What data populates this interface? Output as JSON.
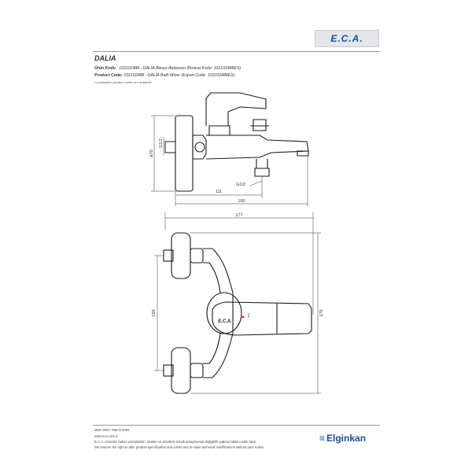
{
  "brand": {
    "logo_text": "E.C.A."
  },
  "header": {
    "title": "DALIA",
    "urun_kodu_label": "Ürün Kodu",
    "urun_kodu_value": ": 102102488 - DALİA Banyo Bataryası (İhracat Kodu: 102102488EX)",
    "product_code_label": "Product Code:",
    "product_code_value": "102102488 - DALİA Bath Mixer (Export Code: 102102488EX)",
    "note": "*Localisation product codes are available."
  },
  "drawing": {
    "dim_g12_a": "G1/2",
    "dim_d70": "ø70",
    "dim_111": "111",
    "dim_g12_b": "G1/2",
    "dim_160": "160",
    "dim_177": "177",
    "dim_150": "150",
    "dim_176": "176",
    "handle_logo": "E.C.A."
  },
  "footer": {
    "date": "Mart 2020 / March 2020",
    "url": "www.eca.com.tr",
    "notice_tr": "E.C.A. önceden haber vermeksizin, ürünler ve ürünlerin teknik detaylarında değişiklik yapma hakkını saklı tutar.",
    "notice_en": "We reserve the right to alter product specification and colors and to make technical modifications without prior notice.",
    "company": "Elginkan",
    "company_mark": "≡"
  }
}
